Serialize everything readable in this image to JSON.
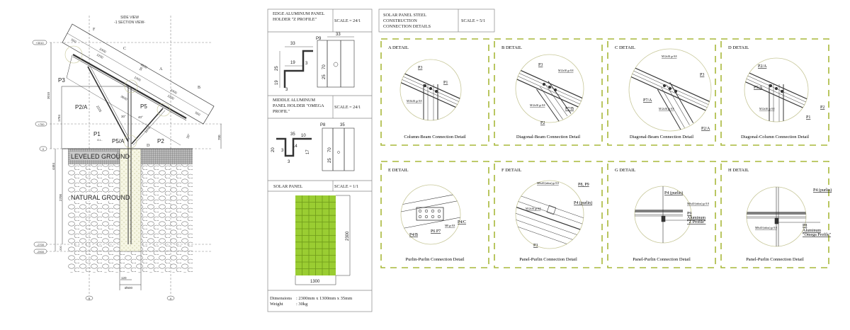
{
  "side_view": {
    "title": "SIDE VIEW",
    "subtitle": "-1 SECTION VIEW-",
    "levels": [
      "+3010",
      "+700",
      "0",
      "-2700",
      "-2900"
    ],
    "dims": [
      "3010",
      "1784",
      "700",
      "4484",
      "2700",
      "200",
      "120",
      "Ø600",
      "550",
      "2300",
      "1200",
      "4620",
      "1300",
      "50",
      "2300",
      "1200",
      "550",
      "3600",
      "2225",
      "1072",
      "30°",
      "40°",
      "30°"
    ],
    "members": [
      "P3",
      "P2/A",
      "P5",
      "P1",
      "P5/A",
      "P2"
    ],
    "detail_marks": [
      "F",
      "C",
      "A",
      "B",
      "D"
    ],
    "gl": "G.L.",
    "leveled_ground": "LEVELED GROUND",
    "natural_ground": "NATURAL GROUND",
    "grid": [
      "B",
      "A"
    ]
  },
  "profiles": {
    "z": {
      "title": "EDGE ALUMINUM PANEL HOLDER \"Z PROFILE\"",
      "scale": "SCALE = 24/1",
      "label": "P9",
      "dims": [
        "33",
        "19",
        "3",
        "25",
        "19",
        "3",
        "33",
        "70",
        "25"
      ]
    },
    "omega": {
      "title": "MIDDLE ALUMINUM PANEL HOLDER \"OMEGA PROFIL\"",
      "scale": "SCALE = 24/1",
      "label": "P8",
      "dims": [
        "35",
        "10",
        "14",
        "3",
        "20",
        "17",
        "3",
        "35",
        "70",
        "25"
      ]
    },
    "solar": {
      "title": "SOLAR PANEL",
      "scale": "SCALE = 1/1",
      "width": "1300",
      "height": "2300",
      "dimensions_label": "Dimensions",
      "dimensions": ": 2300mm x 1300mm x 35mm",
      "weight_label": "Weight",
      "weight": ": 30kg",
      "color": "#9acd32"
    }
  },
  "details_header": {
    "title": "SOLAR PANEL STEEL CONSTRUCTION CONNECTION DETAILS",
    "scale": "SCALE = 5/1"
  },
  "details": [
    {
      "title": "A DETAIL",
      "caption": "Column-Beam Connection Detail",
      "labels": [
        "P3",
        "P1",
        "M10x30 gr 8.8"
      ]
    },
    {
      "title": "B DETAIL",
      "caption": "Diagonal-Beam Connection Detail",
      "labels": [
        "P3",
        "M12x30 gr 8.8",
        "M12x30 gr 8.8",
        "P7/B",
        "P2"
      ]
    },
    {
      "title": "C DETAIL",
      "caption": "Diagonal-Beam Connection Detail",
      "labels": [
        "M12x30 gr 8.8",
        "P3",
        "P7/A",
        "M12x30 gr 8.8",
        "P2/A"
      ]
    },
    {
      "title": "D DETAIL",
      "caption": "Diagonal-Column Connection Detail",
      "labels": [
        "P2/A",
        "P5/A",
        "M12x30 gr 8.8",
        "P2",
        "P1"
      ]
    },
    {
      "title": "E DETAIL",
      "caption": "Purlin-Purlin Connection Detail",
      "labels": [
        "P4/B",
        "P6 P7",
        "M8 gr 8.8",
        "P4/C"
      ]
    },
    {
      "title": "F DETAIL",
      "caption": "Panel-Purlin Connection Detail",
      "labels": [
        "M8x40 (inbus) gr 8.8",
        "P8, P9",
        "M12x30 gr 8.8",
        "P4 (purlin)",
        "P3"
      ]
    },
    {
      "title": "G DETAIL",
      "caption": "Panel-Purlin Connection Detail",
      "labels": [
        "P4 (purlin)",
        "M8x40 (inbus) gr 8.8",
        "P9",
        "Aluminum",
        "\"Z Profile\""
      ]
    },
    {
      "title": "H DETAIL",
      "caption": "Panel-Purlin Connection Detail",
      "labels": [
        "P4 (purlin)",
        "M8x40 (inbus) gr 8.8",
        "P8",
        "Aluminum",
        "\"Omega Profile\""
      ]
    }
  ],
  "colors": {
    "frame_dash": "#a8b83a",
    "line": "#333333",
    "circle": "#c8c89a"
  }
}
